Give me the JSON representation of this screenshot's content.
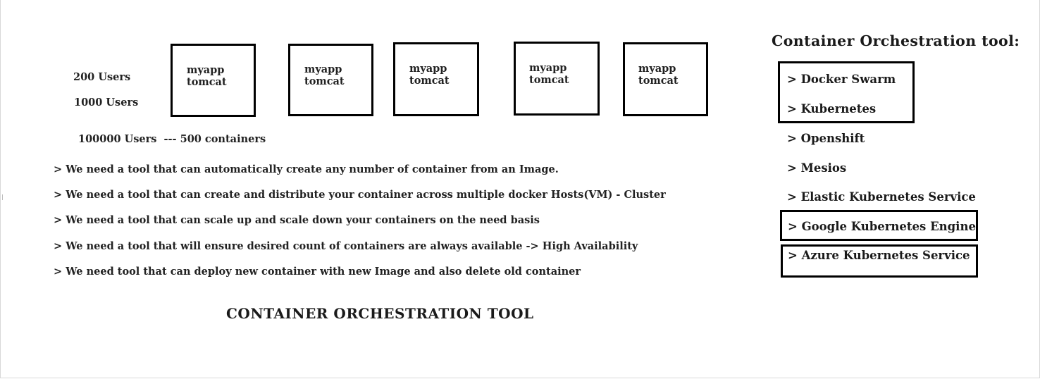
{
  "load": [
    {
      "text": "200 Users"
    },
    {
      "text": "1000 Users"
    },
    {
      "text": "100000 Users  --- 500 containers"
    }
  ],
  "containers": [
    {
      "line1": "myapp",
      "line2": "tomcat"
    },
    {
      "line1": "myapp",
      "line2": "tomcat"
    },
    {
      "line1": "myapp",
      "line2": "tomcat"
    },
    {
      "line1": "myapp",
      "line2": "tomcat"
    },
    {
      "line1": "myapp",
      "line2": "tomcat"
    }
  ],
  "needs": [
    "> We need a tool that can automatically create any number of container from an Image.",
    "> We need a tool that can create and distribute your container across multiple docker Hosts(VM) - Cluster",
    "> We need a tool that can scale up and scale down your containers on the need basis",
    "> We need a tool that will ensure desired count of containers are always available -> High Availability",
    "> We need tool that can deploy new container with new Image and also delete old container"
  ],
  "main_title": "CONTAINER ORCHESTRATION TOOL",
  "tools_panel": {
    "title": "Container Orchestration tool:",
    "items": [
      "> Docker Swarm",
      "> Kubernetes",
      "> Openshift",
      "> Mesios",
      "> Elastic Kubernetes Service",
      "> Google Kubernetes Engine",
      "> Azure Kubernetes Service"
    ]
  }
}
